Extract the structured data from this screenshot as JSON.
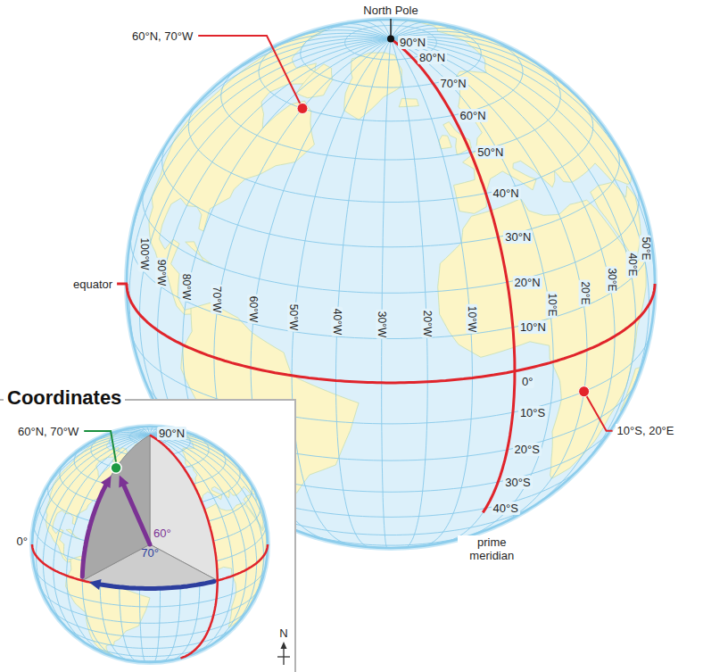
{
  "diagram": {
    "nodes": [
      {
        "text": [
          "Coordinates"
        ]
      }
    ],
    "labels": [
      "North Pole",
      "90°N",
      "80°N",
      "70°N",
      "60°N",
      "50°N",
      "40°N",
      "30°N",
      "20°N",
      "10°N",
      "0°",
      "10°S",
      "20°S",
      "30°S",
      "40°S",
      "prime meridian",
      "60°N, 70°W",
      "equator",
      "100°W",
      "90°W",
      "80°W",
      "70°W",
      "60°W",
      "50°W",
      "40°W",
      "30°W",
      "20°W",
      "10°W",
      "10°E",
      "20°E",
      "30°E",
      "40°E",
      "50°E",
      "10°S, 20°E",
      "60°N, 70°W",
      "90°N",
      "0°",
      "60°",
      "70°",
      "N"
    ]
  }
}
